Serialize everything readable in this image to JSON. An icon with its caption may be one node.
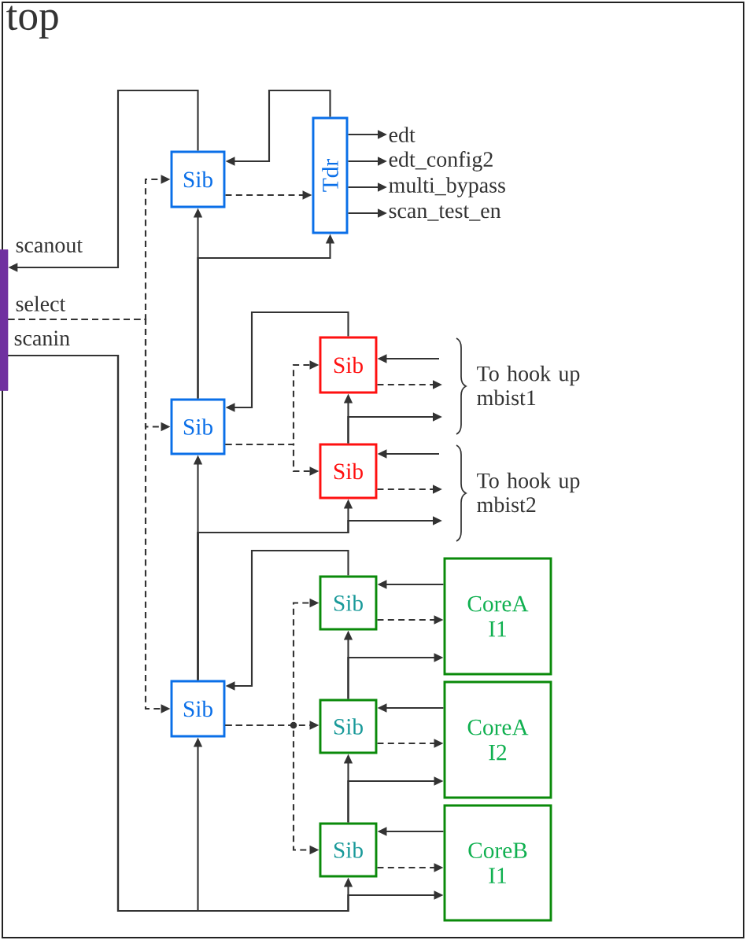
{
  "diagram": {
    "nodes": [
      {
        "text": [
          "top"
        ]
      },
      {
        "text": [],
        "shape": "bar",
        "in": 0
      },
      {
        "text": [
          "Sib"
        ],
        "in": 0
      },
      {
        "text": [
          "Tdr"
        ],
        "in": 0
      },
      {
        "text": [
          "Sib"
        ],
        "in": 0
      },
      {
        "text": [
          "Sib"
        ],
        "in": 0
      },
      {
        "text": [
          "Sib"
        ],
        "in": 0
      },
      {
        "text": [
          "Sib"
        ],
        "in": 0
      },
      {
        "text": [
          "Sib"
        ],
        "in": 0
      },
      {
        "text": [
          "Sib"
        ],
        "in": 0
      },
      {
        "text": [
          "Sib"
        ],
        "in": 0
      },
      {
        "text": [
          "CoreA I1"
        ],
        "in": 0
      },
      {
        "text": [
          "CoreA I2"
        ],
        "in": 0
      },
      {
        "text": [
          "CoreB I1"
        ],
        "in": 0
      },
      {
        "text": [
          "edt"
        ],
        "in": 0
      },
      {
        "text": [
          "edt_config2"
        ],
        "in": 0
      },
      {
        "text": [
          "multi_bypass"
        ],
        "in": 0
      },
      {
        "text": [
          "scan_test_en"
        ],
        "in": 0
      }
    ],
    "edges": [
      {
        "from": 2,
        "to": 1,
        "arrow": "to"
      },
      {
        "from": 1,
        "to": 2,
        "arrow": "to",
        "style": "dashed"
      },
      {
        "from": 1,
        "to": 4,
        "arrow": "to",
        "style": "dashed"
      },
      {
        "from": 1,
        "to": 7,
        "arrow": "to",
        "style": "dashed"
      },
      {
        "from": 1,
        "to": 7,
        "arrow": "to"
      },
      {
        "from": 1,
        "to": 10,
        "arrow": "to"
      },
      {
        "from": 1,
        "to": 13,
        "arrow": "to"
      },
      {
        "from": 10,
        "to": 9,
        "arrow": "to"
      },
      {
        "from": 10,
        "to": 12,
        "arrow": "to"
      },
      {
        "from": 9,
        "to": 8,
        "arrow": "to"
      },
      {
        "from": 9,
        "to": 11,
        "arrow": "to"
      },
      {
        "from": 8,
        "to": 7,
        "arrow": "to"
      },
      {
        "from": 11,
        "to": 8,
        "arrow": "to"
      },
      {
        "from": 8,
        "to": 11,
        "arrow": "to",
        "style": "dashed"
      },
      {
        "from": 12,
        "to": 9,
        "arrow": "to"
      },
      {
        "from": 9,
        "to": 12,
        "arrow": "to",
        "style": "dashed"
      },
      {
        "from": 13,
        "to": 10,
        "arrow": "to"
      },
      {
        "from": 10,
        "to": 13,
        "arrow": "to",
        "style": "dashed"
      },
      {
        "from": 7,
        "to": 8,
        "arrow": "to",
        "style": "dashed"
      },
      {
        "from": 7,
        "to": 9,
        "arrow": "to",
        "style": "dashed"
      },
      {
        "from": 7,
        "to": 10,
        "arrow": "to",
        "style": "dashed"
      },
      {
        "from": 7,
        "to": 4,
        "arrow": "to"
      },
      {
        "from": 7,
        "to": 6,
        "arrow": "to"
      },
      {
        "from": 7,
        "to": null,
        "arrow": "to"
      },
      {
        "from": 6,
        "to": 5,
        "arrow": "to"
      },
      {
        "from": 6,
        "to": null,
        "arrow": "to"
      },
      {
        "from": 5,
        "to": 4,
        "arrow": "to"
      },
      {
        "from": null,
        "to": 5,
        "arrow": "to"
      },
      {
        "from": 5,
        "to": null,
        "arrow": "to",
        "style": "dashed"
      },
      {
        "from": null,
        "to": 6,
        "arrow": "to"
      },
      {
        "from": 6,
        "to": null,
        "arrow": "to",
        "style": "dashed"
      },
      {
        "from": 4,
        "to": 5,
        "arrow": "to",
        "style": "dashed"
      },
      {
        "from": 4,
        "to": 6,
        "arrow": "to",
        "style": "dashed"
      },
      {
        "from": 4,
        "to": 2,
        "arrow": "to"
      },
      {
        "from": 4,
        "to": 3,
        "arrow": "to"
      },
      {
        "from": 3,
        "to": 2,
        "arrow": "to"
      },
      {
        "from": 2,
        "to": 3,
        "arrow": "to",
        "style": "dashed"
      },
      {
        "from": 3,
        "to": 14,
        "arrow": "to"
      },
      {
        "from": 3,
        "to": 15,
        "arrow": "to"
      },
      {
        "from": 3,
        "to": 16,
        "arrow": "to"
      },
      {
        "from": 3,
        "to": 17,
        "arrow": "to"
      }
    ],
    "labels": [
      "scanout",
      "select",
      "scanin",
      "To hook up mbist1",
      "To hook up mbist2"
    ]
  }
}
